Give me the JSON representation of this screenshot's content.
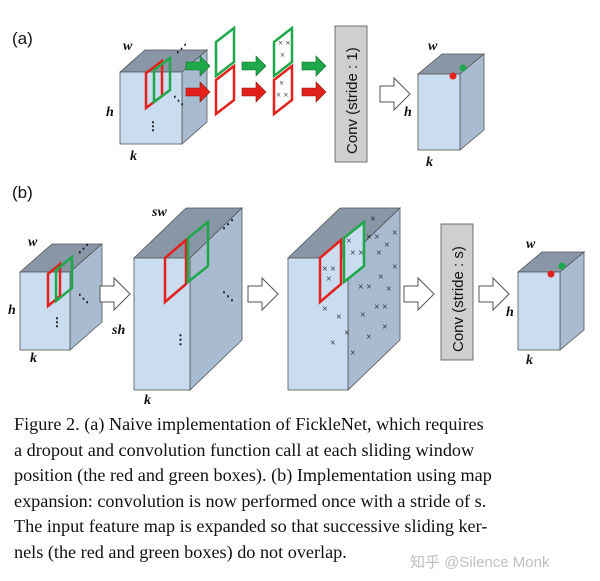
{
  "panels": {
    "a": "(a)",
    "b": "(b)"
  },
  "labels": {
    "w": "w",
    "h": "h",
    "k": "k",
    "sw": "sw",
    "sh": "sh"
  },
  "conv": {
    "a": "Conv (stride : 1)",
    "b": "Conv (stride : s)"
  },
  "caption": {
    "lines": [
      "Figure 2.  (a) Naive implementation of FickleNet, which requires",
      "a dropout and convolution function call at each sliding window",
      "position (the red and green boxes). (b) Implementation using map",
      "expansion: convolution is now performed once with a stride of s.",
      "The input feature map is expanded so that successive sliding ker-",
      "nels (the red and green boxes) do not overlap."
    ]
  },
  "watermark": "知乎 @Silence Monk",
  "colors": {
    "face": "#c9dcf0",
    "top": "#8896a6",
    "side": "#a9bbd0",
    "red": "#e3211c",
    "green": "#1fa84a",
    "conv_box": "#cfcfcf"
  }
}
